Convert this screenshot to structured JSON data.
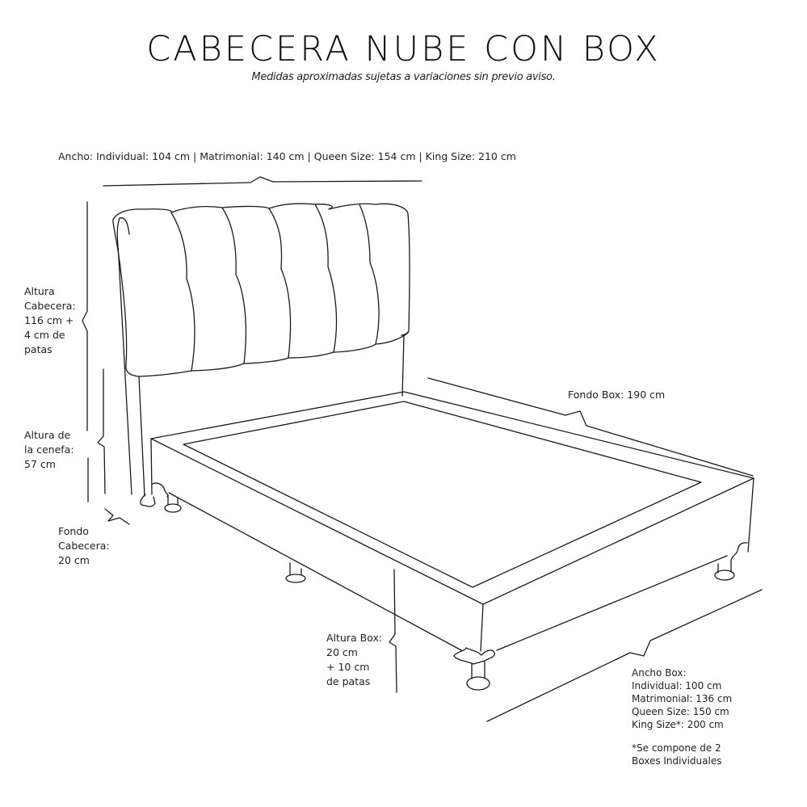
{
  "header": {
    "title": "CABECERA NUBE CON BOX",
    "subtitle": "Medidas aproximadas sujetas a variaciones sin previo aviso."
  },
  "dimensions": {
    "ancho_cabecera": "Ancho: Individual: 104 cm | Matrimonial: 140 cm | Queen Size: 154 cm | King Size: 210 cm",
    "altura_cabecera": "Altura\nCabecera:\n116 cm +\n4 cm de\npatas",
    "altura_cenefa": "Altura de\nla cenefa:\n57 cm",
    "fondo_cabecera": "Fondo\nCabecera:\n20 cm",
    "fondo_box": "Fondo Box: 190 cm",
    "altura_box": "Altura Box:\n20 cm\n+ 10 cm\nde patas",
    "ancho_box": "Ancho Box:\nIndividual: 100 cm\nMatrimonial: 136 cm\nQueen Size: 150 cm\nKing Size*: 200 cm",
    "nota_king": "*Se compone de 2\nBoxes Individuales"
  },
  "drawing": {
    "subject": "bed-headboard-and-box-line-drawing",
    "headboard_channels": 6,
    "legs_visible": 5,
    "stroke_color": "#1a1a1a",
    "background_color": "#ffffff"
  }
}
